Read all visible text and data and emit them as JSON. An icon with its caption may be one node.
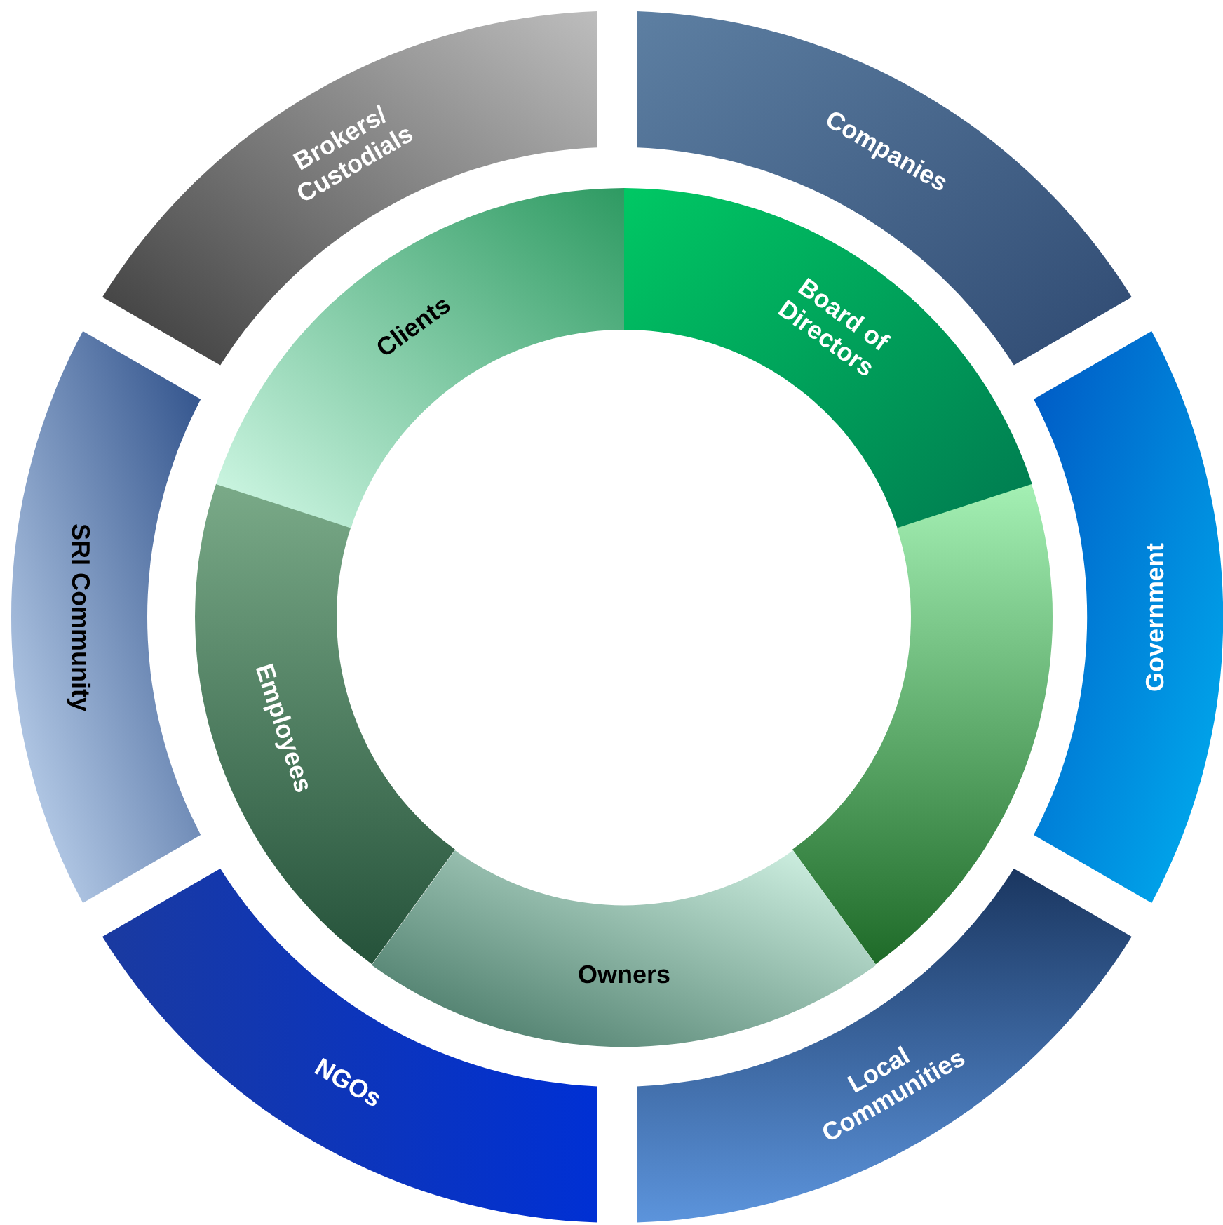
{
  "diagram": {
    "nodes": [
      {
        "text": [
          "Brokers/ Custodials"
        ]
      },
      {
        "text": [
          "Companies"
        ]
      },
      {
        "text": [
          "Government"
        ]
      },
      {
        "text": [
          "Local Communities"
        ]
      },
      {
        "text": [
          "NGOs"
        ]
      },
      {
        "text": [
          "SRI Community"
        ]
      },
      {
        "text": [
          "Clients"
        ]
      },
      {
        "text": [
          "Board of Directors"
        ]
      },
      {
        "text": [],
        "shape": "band"
      },
      {
        "text": [
          "Owners"
        ]
      },
      {
        "text": [
          "Employees"
        ]
      }
    ]
  }
}
